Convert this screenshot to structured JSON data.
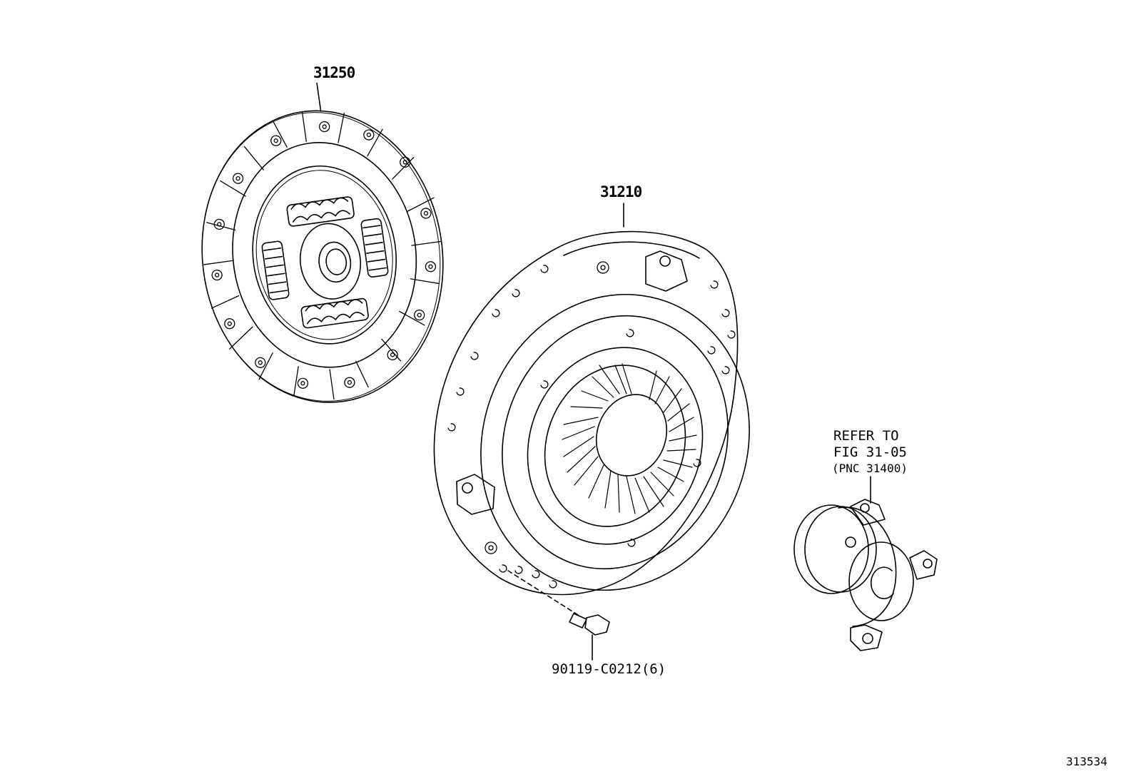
{
  "diagram": {
    "parts": [
      {
        "id": "clutch-disc",
        "part_number": "31250"
      },
      {
        "id": "clutch-cover",
        "part_number": "31210"
      },
      {
        "id": "bolt",
        "part_number": "90119-C0212(6)"
      },
      {
        "id": "release-cylinder",
        "note_lines": [
          "REFER TO",
          "FIG 31-05",
          "(PNC 31400)"
        ]
      }
    ],
    "figure_id": "313534"
  }
}
